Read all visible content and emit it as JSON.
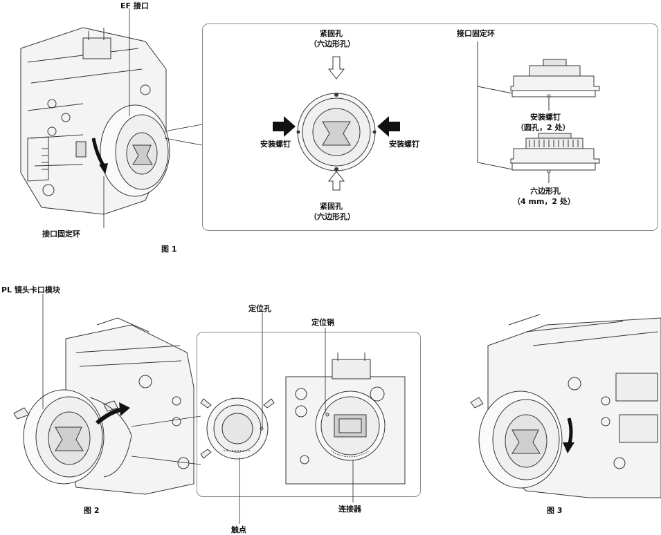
{
  "figure1": {
    "caption": "图 1",
    "labels": {
      "ef_mount": "EF 接口",
      "mount_lock_ring_bottom": "接口固定环",
      "mount_lock_ring_right": "接口固定环",
      "tighten_hole_top_1": "紧固孔",
      "tighten_hole_top_2": "（六边形孔）",
      "tighten_hole_bottom_1": "紧固孔",
      "tighten_hole_bottom_2": "（六边形孔）",
      "mount_screw_left": "安装螺钉",
      "mount_screw_right": "安装螺钉",
      "mount_screw_detail_1": "安装螺钉",
      "mount_screw_detail_2": "（圆孔，2 处）",
      "hex_hole_detail_1": "六边形孔",
      "hex_hole_detail_2": "（4   mm，2 处）"
    }
  },
  "figure2": {
    "caption": "图 2",
    "labels": {
      "pl_mount_module": "PL 镜头卡口模块",
      "positioning_hole": "定位孔",
      "positioning_pin": "定位销",
      "contacts": "触点",
      "connector": "连接器"
    }
  },
  "figure3": {
    "caption": "图 3"
  }
}
